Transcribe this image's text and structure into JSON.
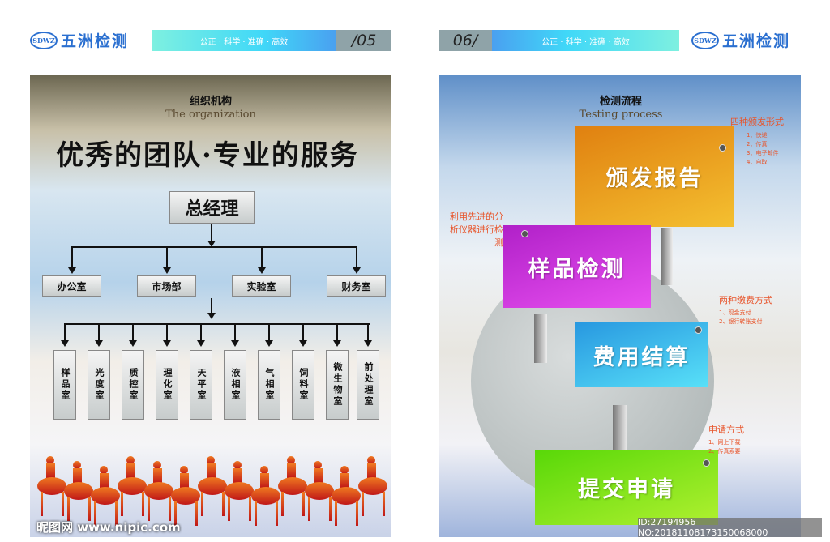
{
  "brand": {
    "name": "五洲检测",
    "mark": "SDWZ"
  },
  "left_page": {
    "slogan": "公正 · 科学 · 准确 · 高效",
    "page_number": "/05",
    "title_cn": "组织机构",
    "title_en": "The organization",
    "motto": "优秀的团队·专业的服务",
    "top": "总经理",
    "departments": [
      "办公室",
      "市场部",
      "实验室",
      "财务室"
    ],
    "labs": [
      "样品室",
      "光度室",
      "质控室",
      "理化室",
      "天平室",
      "液相室",
      "气相室",
      "饲料室",
      "微生物室",
      "前处理室"
    ]
  },
  "right_page": {
    "slogan": "公正 · 科学 · 准确 · 高效",
    "page_number": "06/",
    "title_cn": "检测流程",
    "title_en": "Testing process",
    "steps": [
      {
        "label": "颁发报告",
        "color": "#f0a020",
        "note_title": "四种颁发形式",
        "notes": [
          "1、快递",
          "2、传真",
          "3、电子邮件",
          "4、自取"
        ]
      },
      {
        "label": "样品检测",
        "color": "#d030e0",
        "note_title": "利用先进的分析仪器进行检测",
        "notes": []
      },
      {
        "label": "费用结算",
        "color": "#3ab8f0",
        "note_title": "两种缴费方式",
        "notes": [
          "1、现金支付",
          "2、银行转账支付"
        ]
      },
      {
        "label": "提交申请",
        "color": "#8ae020",
        "note_title": "申请方式",
        "notes": [
          "1、网上下载",
          "2、传真索要"
        ]
      }
    ]
  },
  "watermark": {
    "site": "昵图网 www.nipic.com",
    "id": "ID:27194956 NO:20181108173150068000"
  }
}
